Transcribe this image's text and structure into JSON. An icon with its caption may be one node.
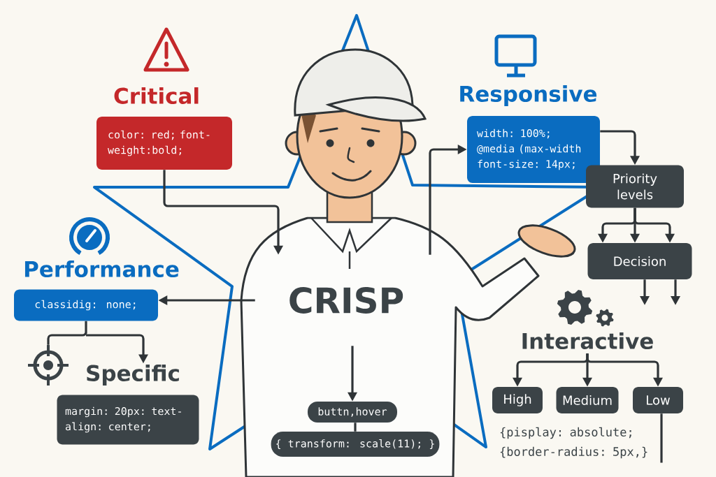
{
  "diagram": {
    "nodes": [
      {
        "text": [
          "CRISP"
        ]
      },
      {
        "text": [
          "Critical",
          "color: red; font-weight:bold;"
        ]
      },
      {
        "text": [
          "Responsive",
          "width: 100%; @media (max-width font-size: 14px;"
        ]
      },
      {
        "text": [
          "Priority levels"
        ]
      },
      {
        "text": [
          "Decision"
        ]
      },
      {
        "text": [
          "Performance",
          "classidig: none;"
        ]
      },
      {
        "text": [
          "Specific",
          "margin: 20px: text-align: center;"
        ]
      },
      {
        "text": [],
        "shape": "picture"
      },
      {
        "text": [
          "buttn,hover"
        ]
      },
      {
        "text": [
          "{ transform: scale(11); }"
        ]
      },
      {
        "text": [
          "Interactive"
        ]
      },
      {
        "text": [
          "High"
        ]
      },
      {
        "text": [
          "Medium"
        ]
      },
      {
        "text": [
          "Low"
        ]
      },
      {
        "text": [
          "{pisplay: absolute; {border-radius: 5px,}"
        ]
      }
    ],
    "edges": [
      {
        "from": 1,
        "to": 0,
        "arrow": "to"
      },
      {
        "from": 0,
        "to": 2,
        "arrow": "to"
      },
      {
        "from": 2,
        "to": 3,
        "arrow": "to"
      },
      {
        "from": 3,
        "to": 4,
        "arrow": "to"
      },
      {
        "from": 3,
        "to": 4,
        "arrow": "to"
      },
      {
        "from": 3,
        "to": 4,
        "arrow": "to"
      },
      {
        "from": 4,
        "to": null,
        "arrow": "to"
      },
      {
        "from": 4,
        "to": null,
        "arrow": "to"
      },
      {
        "from": 0,
        "to": 5,
        "arrow": "to"
      },
      {
        "from": 5,
        "to": 7,
        "arrow": "none"
      },
      {
        "from": 5,
        "to": 6,
        "arrow": "to"
      },
      {
        "from": 0,
        "to": 8,
        "arrow": "to"
      },
      {
        "from": 8,
        "to": 9,
        "arrow": "none"
      },
      {
        "from": 10,
        "to": 11,
        "arrow": "to"
      },
      {
        "from": 10,
        "to": 12,
        "arrow": "to"
      },
      {
        "from": 10,
        "to": 13,
        "arrow": "to"
      },
      {
        "from": 13,
        "to": 14,
        "arrow": "none"
      }
    ]
  }
}
